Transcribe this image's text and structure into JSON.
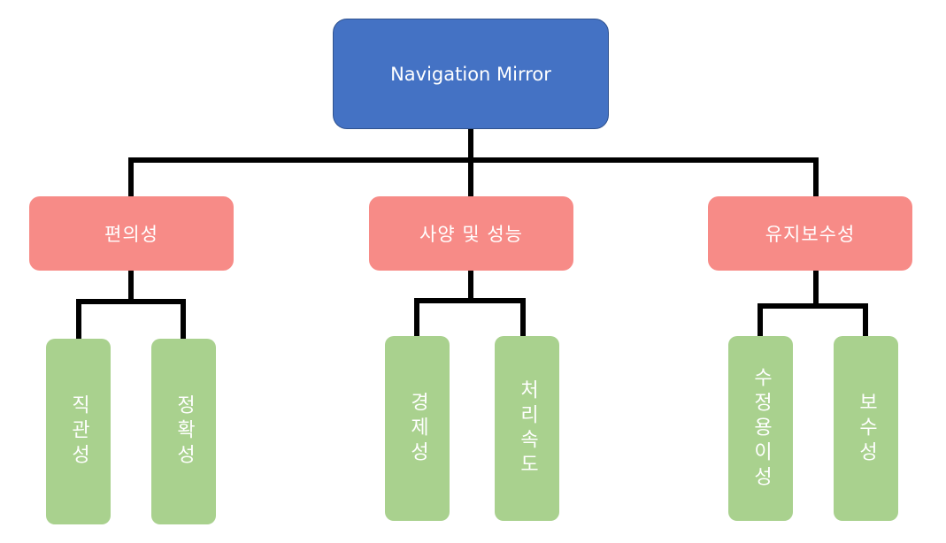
{
  "diagram": {
    "root": {
      "label": "Navigation Mirror"
    },
    "categories": [
      {
        "label": "편의성",
        "children": [
          {
            "label": "직관성"
          },
          {
            "label": "정확성"
          }
        ]
      },
      {
        "label": "사양 및 성능",
        "children": [
          {
            "label": "경제성"
          },
          {
            "label": "처리속도"
          }
        ]
      },
      {
        "label": "유지보수성",
        "children": [
          {
            "label": "수정용이성"
          },
          {
            "label": "보수성"
          }
        ]
      }
    ],
    "colors": {
      "root": "#4472c4",
      "category": "#f78b87",
      "leaf": "#a9d18e",
      "connector": "#000000"
    }
  }
}
